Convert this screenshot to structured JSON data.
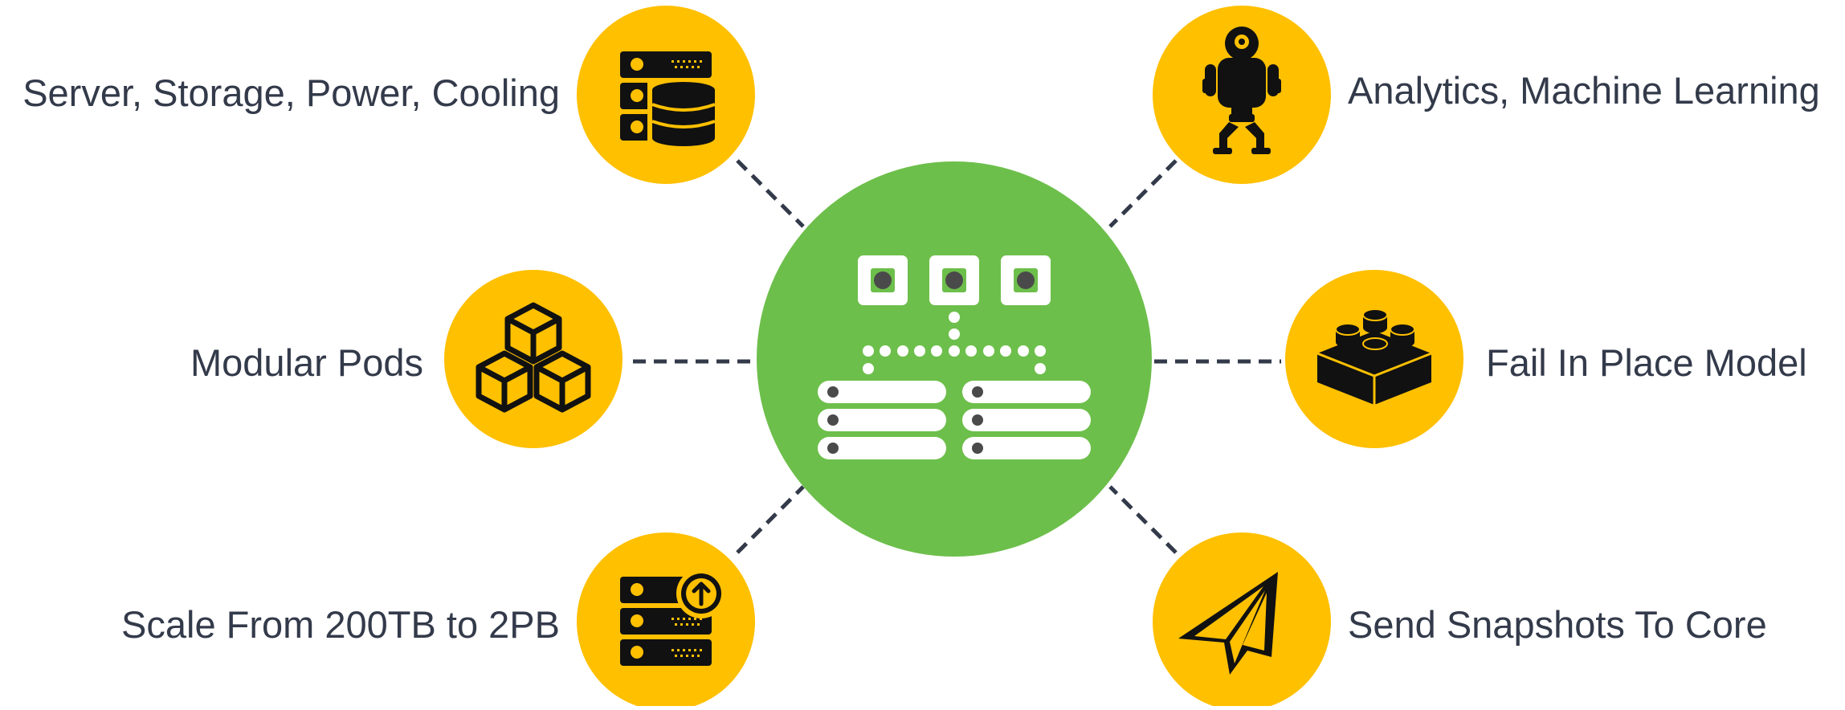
{
  "colors": {
    "hub": "#6dbf4b",
    "node": "#ffc000",
    "connector": "#333a4a",
    "icon": "#111111",
    "text": "#333a4a",
    "hub_icon": "#ffffff"
  },
  "hub": {
    "name": "server-cluster-icon"
  },
  "nodes": [
    {
      "label": "Server, Storage, Power, Cooling",
      "icon": "server-database-icon"
    },
    {
      "label": "Modular Pods",
      "icon": "stacked-cubes-icon"
    },
    {
      "label": "Scale From 200TB to 2PB",
      "icon": "server-upload-icon"
    },
    {
      "label": "Analytics, Machine Learning",
      "icon": "robot-icon"
    },
    {
      "label": "Fail In Place Model",
      "icon": "building-block-icon"
    },
    {
      "label": "Send Snapshots To Core",
      "icon": "paper-plane-icon"
    }
  ]
}
